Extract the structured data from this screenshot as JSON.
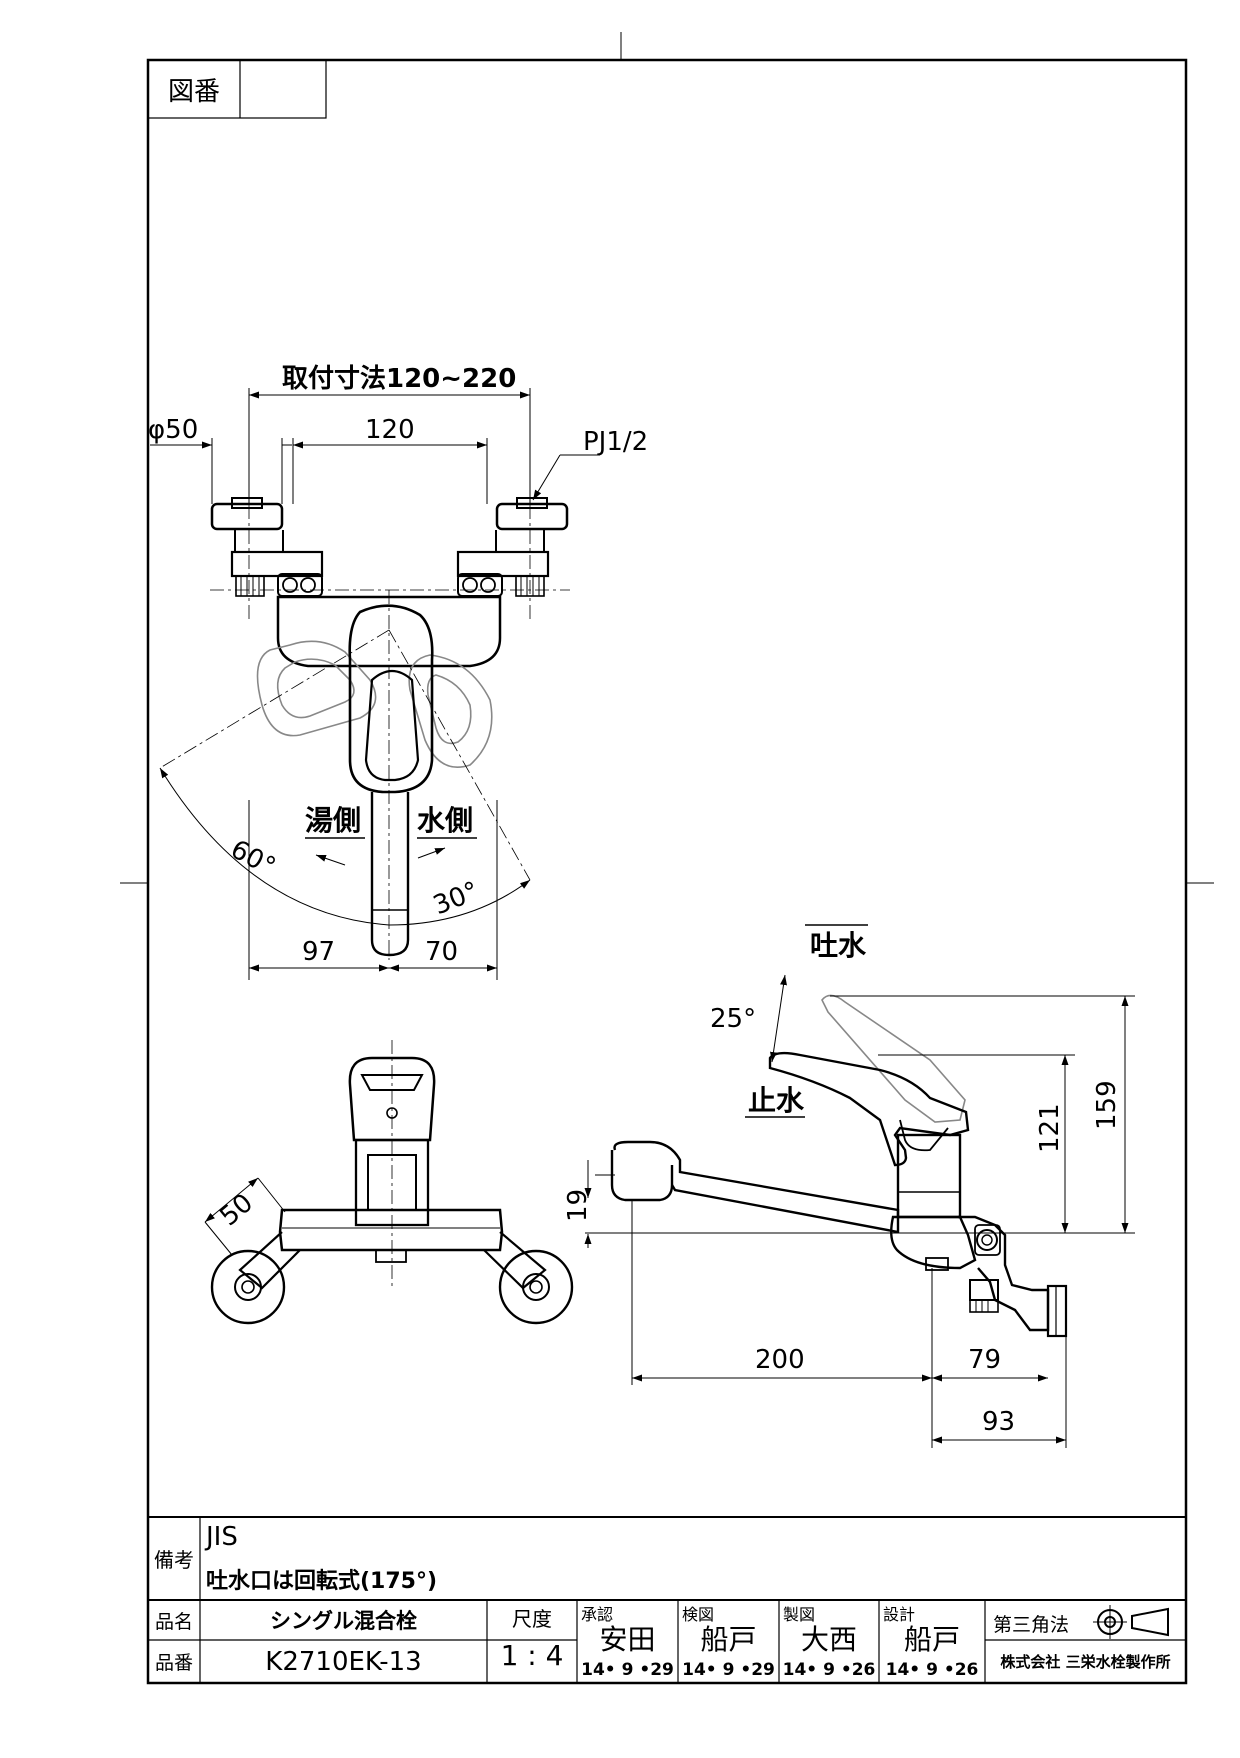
{
  "header": {
    "zuban_label": "図番",
    "zuban_value": ""
  },
  "drawing": {
    "top_view": {
      "mount_range": "取付寸法120~220",
      "dia": "φ50",
      "pitch": "120",
      "thread": "PJ1/2",
      "hot_side": "湯側",
      "cold_side": "水側",
      "angle_hot": "60°",
      "angle_cold": "30°",
      "dim_left": "97",
      "dim_right": "70"
    },
    "front_view": {
      "dim_50": "50"
    },
    "side_view": {
      "spout_on": "吐水",
      "spout_off": "止水",
      "angle": "25°",
      "h159": "159",
      "h121": "121",
      "h19": "19",
      "w200": "200",
      "w79": "79",
      "w93": "93"
    }
  },
  "title_block": {
    "biko_label": "備考",
    "biko_line1": "JIS",
    "biko_line2": "吐水口は回転式(175°)",
    "hinmei_label": "品名",
    "hinmei": "シングル混合栓",
    "hinban_label": "品番",
    "hinban": "K2710EK-13",
    "scale_label": "尺度",
    "scale": "1 : 4",
    "approved_label": "承認",
    "approved_name": "安田",
    "approved_date": "14• 9 •29",
    "checked_label": "検図",
    "checked_name": "船戸",
    "checked_date": "14• 9 •29",
    "drawn_label": "製図",
    "drawn_name": "大西",
    "drawn_date": "14• 9 •26",
    "designed_label": "設計",
    "designed_name": "船戸",
    "designed_date": "14• 9 •26",
    "projection": "第三角法",
    "company": "株式会社 三栄水栓製作所"
  }
}
